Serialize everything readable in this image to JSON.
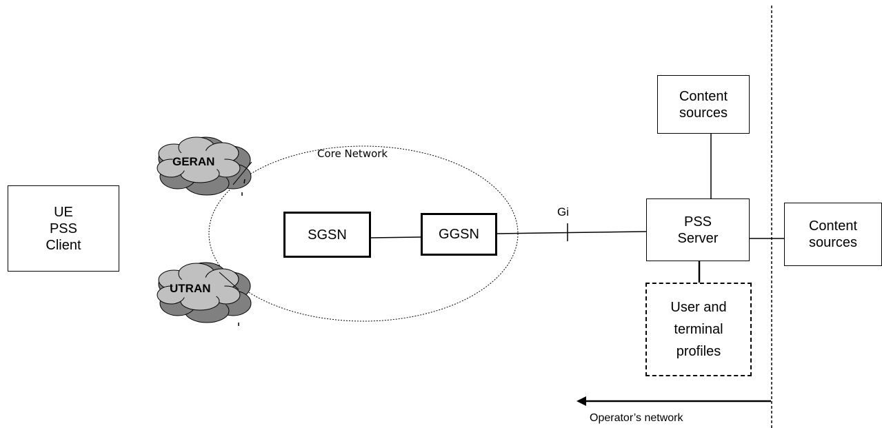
{
  "nodes": {
    "ue": "UE\nPSS\nClient",
    "sgsn": "SGSN",
    "ggsn": "GGSN",
    "pss_server": "PSS\nServer",
    "content_sources_top": "Content\nsources",
    "content_sources_right": "Content\nsources",
    "profiles": "User and\nterminal\nprofiles"
  },
  "clouds": {
    "geran": "GERAN",
    "utran": "UTRAN"
  },
  "labels": {
    "core_network": "Core Network",
    "gi": "Gi",
    "operator_network": "Operator’s network"
  }
}
